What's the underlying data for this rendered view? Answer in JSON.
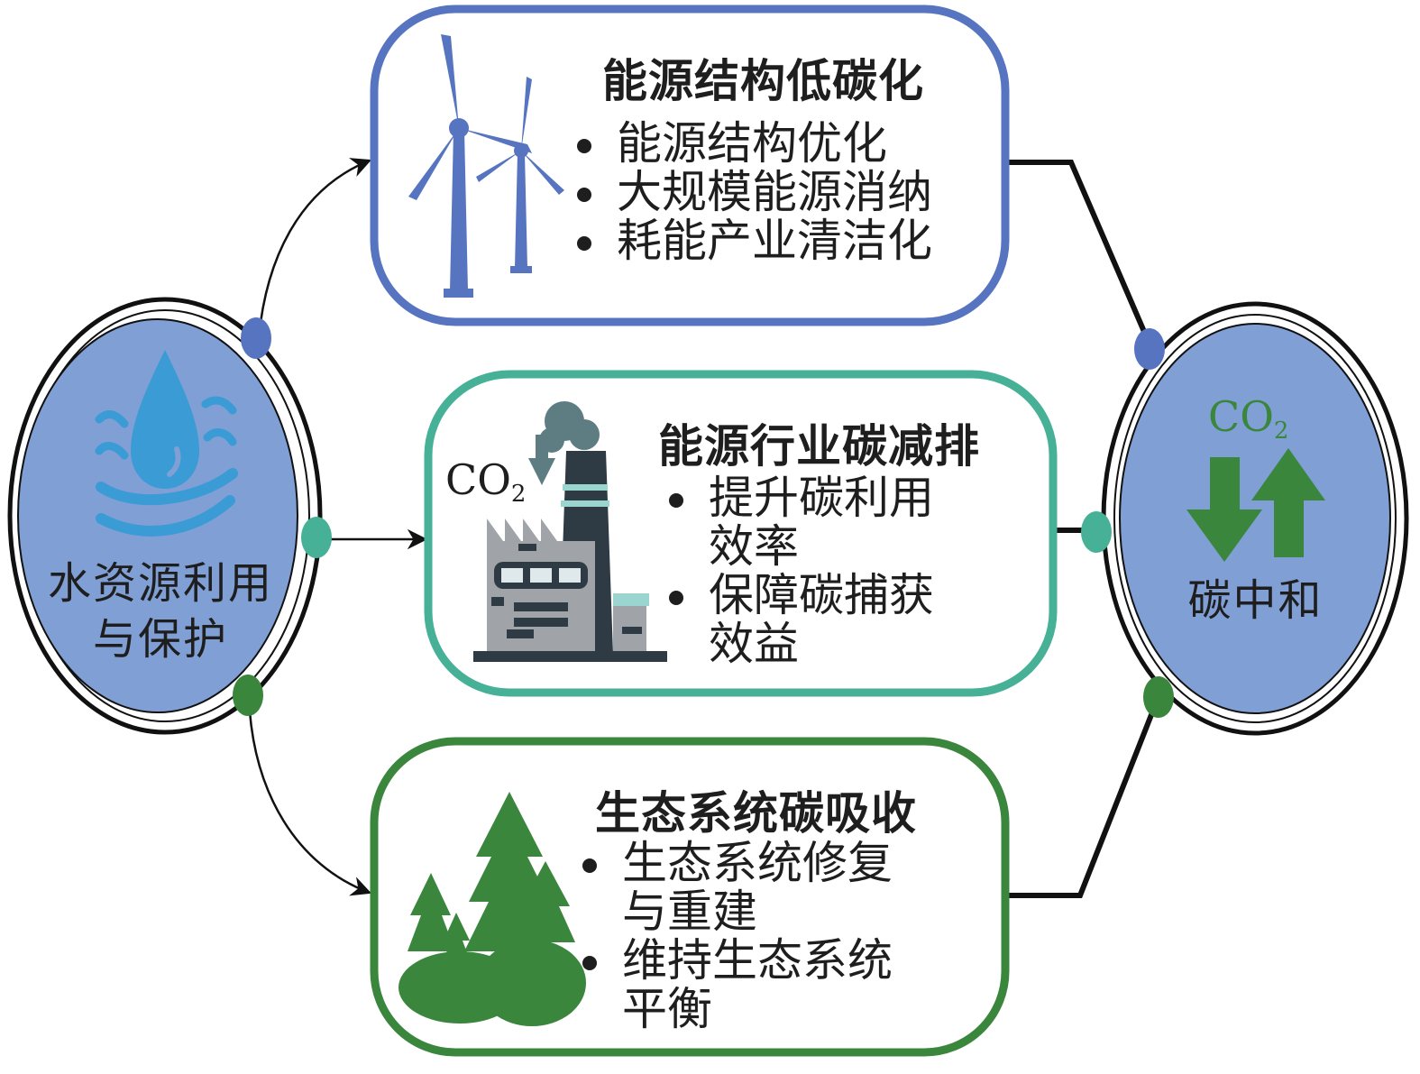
{
  "source_node": {
    "label": "水资源利用\n与保护",
    "color": "#7f9fd5"
  },
  "target_node": {
    "label": "碳中和",
    "co2": "CO",
    "co2_sub": "2",
    "color": "#7f9fd5"
  },
  "panels": [
    {
      "id": "energy-structure",
      "title": "能源结构低碳化",
      "bullets": [
        "能源结构优化",
        "大规模能源消纳",
        "耗能产业清洁化"
      ],
      "color": "#5674c0",
      "icon": "wind-turbine-icon"
    },
    {
      "id": "energy-industry",
      "title": "能源行业碳减排",
      "bullets": [
        "提升碳利用\n效率",
        "保障碳捕获\n效益"
      ],
      "co2": "CO",
      "co2_sub": "2",
      "color": "#46b196",
      "icon": "factory-icon"
    },
    {
      "id": "ecosystem",
      "title": "生态系统碳吸收",
      "bullets": [
        "生态系统修复\n与重建",
        "维持生态系统\n平衡"
      ],
      "color": "#3a863d",
      "icon": "forest-icon"
    }
  ],
  "colors": {
    "line": "#111111",
    "green_arrow": "#3a863d",
    "water": "#3a9bd5"
  }
}
